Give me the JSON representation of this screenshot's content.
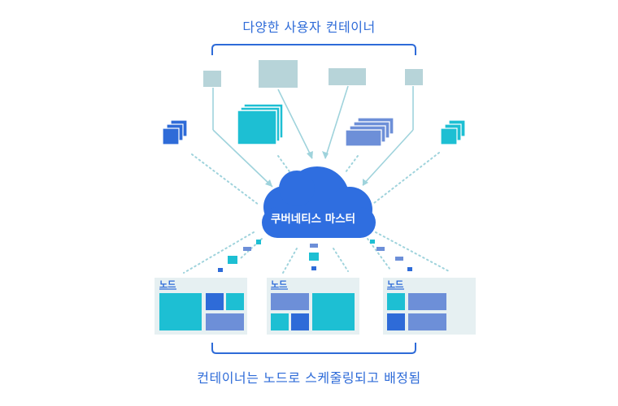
{
  "top_caption": "다양한 사용자 컨테이너",
  "bottom_caption": "컨테이너는 노드로 스케줄링되고 배정됨",
  "master_label": "쿠버네티스 마스터",
  "nodes": [
    {
      "label": "노드"
    },
    {
      "label": "노드"
    },
    {
      "label": "노드"
    }
  ],
  "colors": {
    "accent_blue": "#2e6bd8",
    "cloud_blue": "#2f6ee0",
    "teal": "#1dbfd3",
    "light_teal": "#b7d4d9",
    "slate_blue": "#6d8fd8",
    "node_bg": "#e6f0f2",
    "connector": "#9fd3dc"
  }
}
